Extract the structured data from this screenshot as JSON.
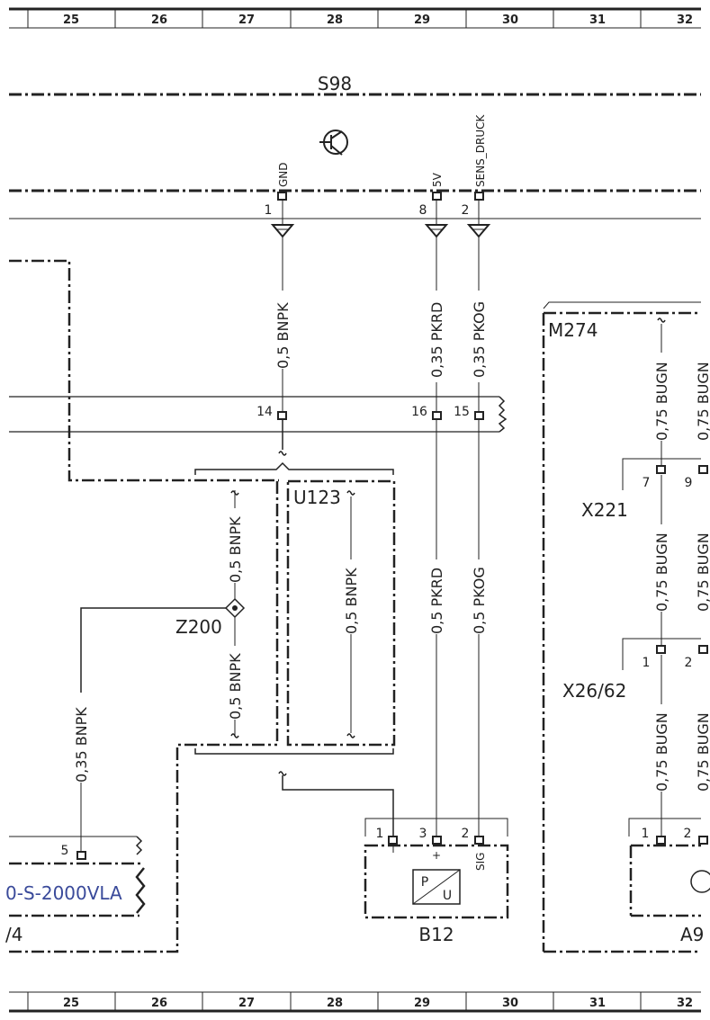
{
  "columns": [
    "25",
    "26",
    "27",
    "28",
    "29",
    "30",
    "31",
    "32"
  ],
  "components": {
    "s98": "S98",
    "m274": "M274",
    "u123": "U123",
    "z200": "Z200",
    "x221": "X221",
    "x2662": "X26/62",
    "b12": "B12",
    "a9_partial": "A9",
    "left_partial": "/4",
    "left_part_number": "0-S-2000VLA"
  },
  "signals": {
    "gnd": "GND",
    "v5": "5V",
    "sens": "SENS_DRUCK"
  },
  "pins": {
    "s98_gnd": "1",
    "s98_5v": "8",
    "s98_sens": "2",
    "mid_gnd": "14",
    "mid_5v": "16",
    "mid_sens": "15",
    "x221_left": "7",
    "x221_right": "9",
    "x2662_left": "1",
    "x2662_right": "2",
    "b12_1": "1",
    "b12_3": "3",
    "b12_2": "2",
    "a9_1": "1",
    "a9_2": "2",
    "left_5": "5"
  },
  "wires": {
    "gnd_top": "0,5 BNPK",
    "v5_top": "0,35 PKRD",
    "sens_top": "0,35 PKOG",
    "z200_up": "0,5 BNPK",
    "z200_down": "0,5 BNPK",
    "u123_inside": "0,5 BNPK",
    "v5_bottom": "0,5 PKRD",
    "sens_bottom": "0,5 PKOG",
    "left_wire": "0,35 BNPK",
    "m274_1": "0,75 BUGN",
    "m274_2": "0,75 BUGN",
    "m274_3": "0,75 BUGN",
    "m274_right1": "0,75 BUGN",
    "m274_right2": "0,75 BUGN",
    "m274_right3": "0,75 BUGN"
  },
  "b12_symbols": {
    "plus": "+",
    "sig": "SIG",
    "p": "P",
    "u": "U"
  }
}
